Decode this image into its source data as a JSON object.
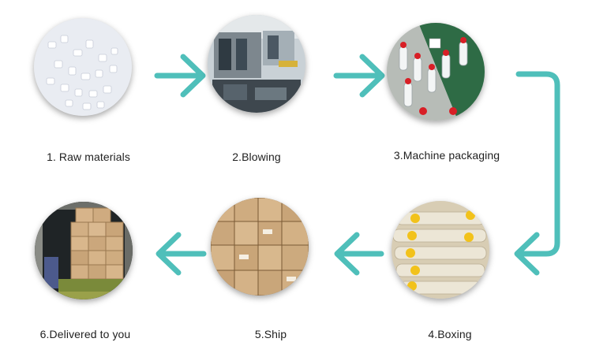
{
  "accent_color": "#4fbfba",
  "steps": [
    {
      "label": "1. Raw materials",
      "icon": "pellets-image"
    },
    {
      "label": "2.Blowing",
      "icon": "blowing-machine-image"
    },
    {
      "label": "3.Machine packaging",
      "icon": "bottles-conveyor-image"
    },
    {
      "label": "4.Boxing",
      "icon": "boxed-bottles-image"
    },
    {
      "label": "5.Ship",
      "icon": "stacked-cartons-image"
    },
    {
      "label": "6.Delivered to you",
      "icon": "container-delivery-image"
    }
  ]
}
